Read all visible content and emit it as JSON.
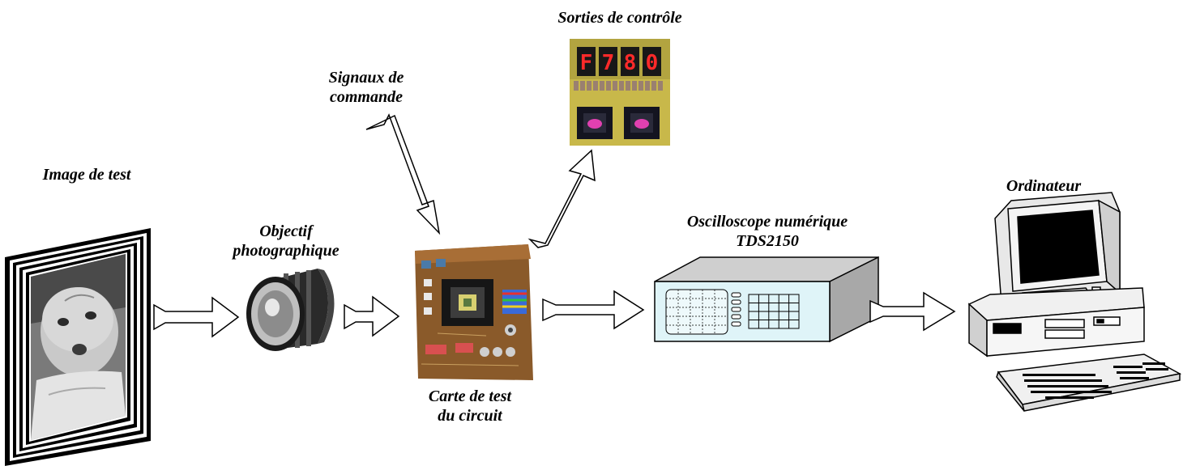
{
  "labels": {
    "image_test": "Image de test",
    "objectif_line1": "Objectif",
    "objectif_line2": "photographique",
    "signaux_line1": "Signaux de",
    "signaux_line2": "commande",
    "sorties": "Sorties de contrôle",
    "carte_line1": "Carte de test",
    "carte_line2": "du circuit",
    "oscillo_line1": "Oscilloscope numérique",
    "oscillo_line2": "TDS2150",
    "ordinateur": "Ordinateur"
  },
  "display_digits": [
    "F",
    "7",
    "8",
    "0"
  ],
  "colors": {
    "arrow_stroke": "#000000",
    "oscilloscope_face": "#dff4f8",
    "oscilloscope_side": "#a8a8a8",
    "oscilloscope_top": "#cfcfcf",
    "pcb": "#8a5a2a",
    "led_red": "#ff2a2a",
    "control_board": "#c8b84a"
  }
}
